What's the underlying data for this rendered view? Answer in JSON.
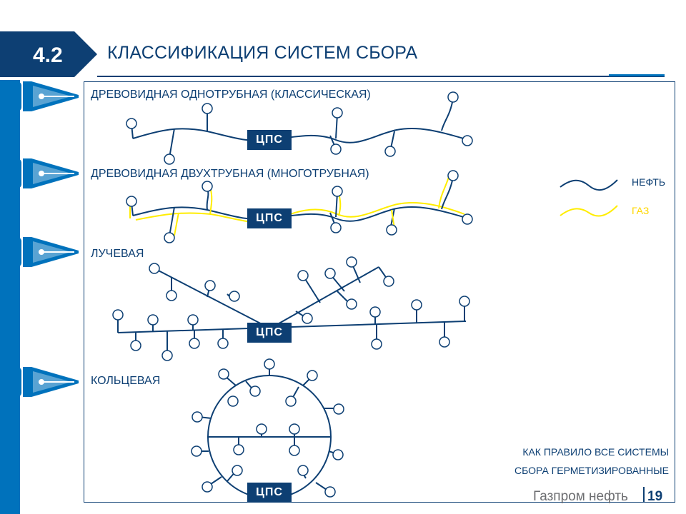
{
  "header": {
    "section_number": "4.2",
    "title": "КЛАССИФИКАЦИЯ СИСТЕМ СБОРА"
  },
  "colors": {
    "brand_dark": "#0d3f73",
    "brand_blue": "#0072bc",
    "gas_yellow": "#ffed00",
    "footer_gray": "#6d6e71"
  },
  "sections": [
    {
      "label": "ДРЕВОВИДНАЯ ОДНОТРУБНАЯ (КЛАССИЧЕСКАЯ)",
      "station": "ЦПС"
    },
    {
      "label": "ДРЕВОВИДНАЯ ДВУХТРУБНАЯ (МНОГОТРУБНАЯ)",
      "station": "ЦПС"
    },
    {
      "label": "ЛУЧЕВАЯ",
      "station": "ЦПС"
    },
    {
      "label": "КОЛЬЦЕВАЯ",
      "station": "ЦПС"
    }
  ],
  "legend": {
    "oil": "НЕФТЬ",
    "gas": "ГАЗ"
  },
  "note": {
    "line1": "КАК ПРАВИЛО ВСЕ СИСТЕМЫ",
    "line2": "СБОРА ГЕРМЕТИЗИРОВАННЫЕ"
  },
  "footer": {
    "brand": "Газпром нефть",
    "page": "19"
  }
}
